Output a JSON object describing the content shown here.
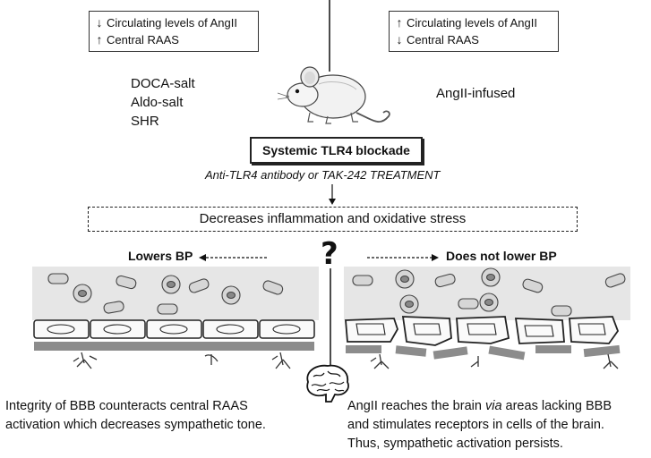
{
  "left_box": {
    "line1": "Circulating levels of AngII",
    "line1_dir": "down",
    "line2": "Central RAAS",
    "line2_dir": "up"
  },
  "right_box": {
    "line1": "Circulating levels of AngII",
    "line1_dir": "up",
    "line2": "Central RAAS",
    "line2_dir": "down"
  },
  "left_models": [
    "DOCA-salt",
    "Aldo-salt",
    "SHR"
  ],
  "right_model": "AngII-infused",
  "blockade_label": "Systemic TLR4 blockade",
  "treatment_label": "Anti-TLR4 antibody or TAK-242 TREATMENT",
  "effect_label": "Decreases inflammation and oxidative stress",
  "question_mark": "?",
  "left_outcome": "Lowers BP",
  "right_outcome": "Does not lower BP",
  "left_caption": [
    "Integrity of BBB counteracts central RAAS",
    "activation which decreases sympathetic tone."
  ],
  "right_caption_lines": [
    {
      "before": "AngII reaches the brain ",
      "italic": "via",
      "after": " areas lacking BBB"
    },
    {
      "before": "and stimulates receptors in cells of the brain.",
      "italic": "",
      "after": ""
    },
    {
      "before": "Thus, sympathetic activation persists.",
      "italic": "",
      "after": ""
    }
  ],
  "icons": {
    "mouse": "mouse-illustration",
    "brain": "brain-illustration",
    "down_arrow": "down-arrow-icon",
    "up_arrow": "up-arrow-icon"
  }
}
